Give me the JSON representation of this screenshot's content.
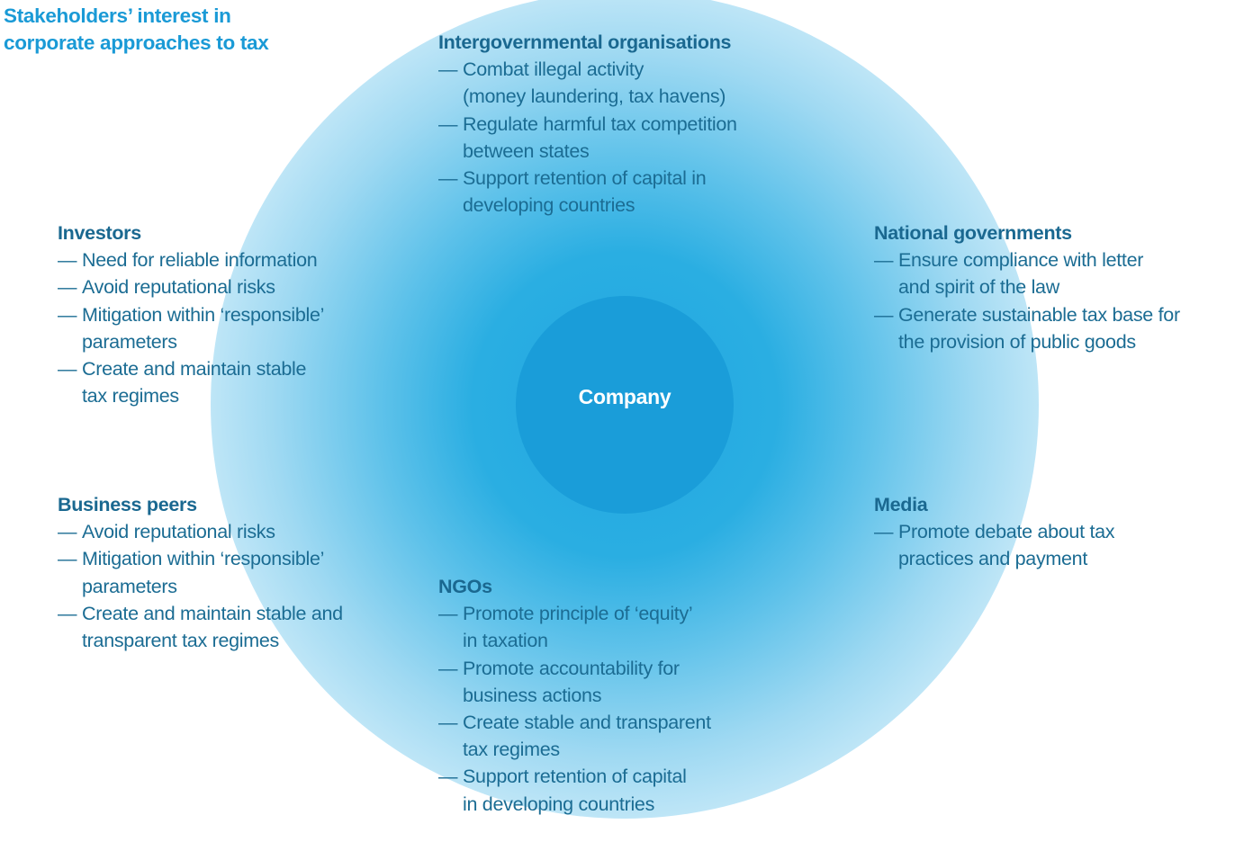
{
  "title": [
    "Stakeholders’ interest in",
    "corporate approaches to tax"
  ],
  "center_label": "Company",
  "colors": {
    "title": "#1a9ad6",
    "text": "#1b6c93",
    "core": "#1a9dd9"
  },
  "groups": [
    {
      "id": "intergovernmental",
      "heading": "Intergovernmental organisations",
      "items": [
        [
          "Combat illegal activity",
          "(money laundering, tax havens)"
        ],
        [
          "Regulate harmful tax competition",
          "between states"
        ],
        [
          "Support retention of capital in",
          "developing countries"
        ]
      ]
    },
    {
      "id": "investors",
      "heading": "Investors",
      "items": [
        [
          "Need for reliable information"
        ],
        [
          "Avoid reputational risks"
        ],
        [
          "Mitigation within ‘responsible’",
          "parameters"
        ],
        [
          "Create and maintain stable",
          "tax regimes"
        ]
      ]
    },
    {
      "id": "national-governments",
      "heading": "National governments",
      "items": [
        [
          "Ensure compliance with letter",
          "and spirit of the law"
        ],
        [
          "Generate sustainable tax base for",
          "the provision of public goods"
        ]
      ]
    },
    {
      "id": "business-peers",
      "heading": "Business peers",
      "items": [
        [
          "Avoid reputational risks"
        ],
        [
          "Mitigation within ‘responsible’",
          "parameters"
        ],
        [
          "Create and maintain stable and",
          "transparent tax regimes"
        ]
      ]
    },
    {
      "id": "media",
      "heading": "Media",
      "items": [
        [
          "Promote debate about tax",
          "practices and payment"
        ]
      ]
    },
    {
      "id": "ngos",
      "heading": "NGOs",
      "items": [
        [
          "Promote principle of ‘equity’",
          "in taxation"
        ],
        [
          "Promote accountability for",
          "business actions"
        ],
        [
          "Create stable and transparent",
          "tax regimes"
        ],
        [
          "Support retention of capital",
          "in developing countries"
        ]
      ]
    }
  ],
  "dash": "—"
}
